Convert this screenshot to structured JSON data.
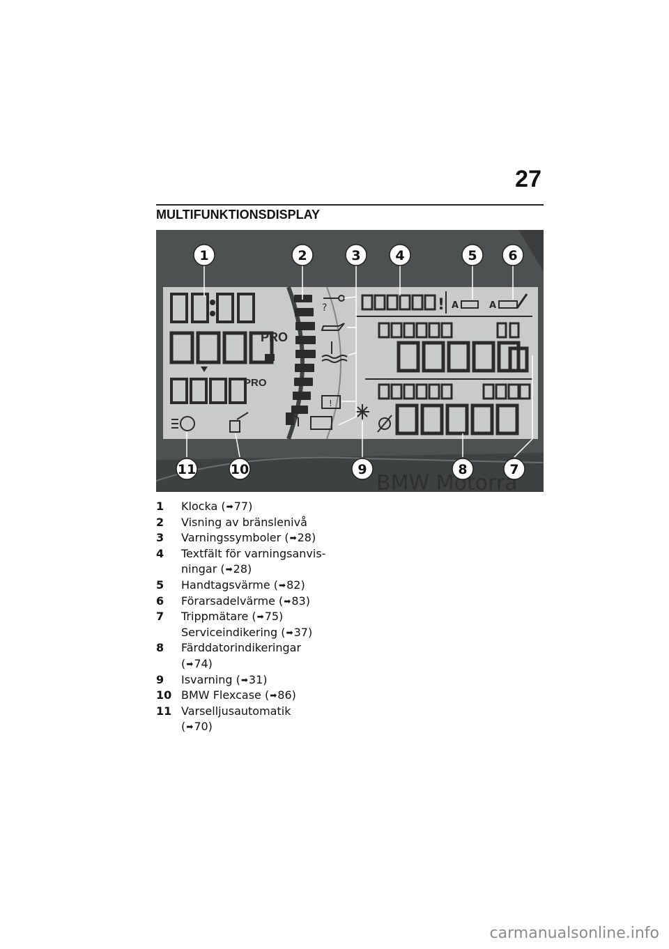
{
  "page_number": "27",
  "section_title": "MULTIFUNKTIONSDISPLAY",
  "figure": {
    "callouts": [
      "1",
      "2",
      "3",
      "4",
      "5",
      "6",
      "7",
      "8",
      "9",
      "10",
      "11"
    ],
    "display_texts": {
      "pro_1": "PRO",
      "pro_2": "PRO",
      "brand": "BMW Motorra"
    },
    "icons": [
      "clock-digits",
      "fuel-gauge-bar",
      "key-icon",
      "oil-can-icon",
      "coolant-temp-icon",
      "engine-warning-icon",
      "battery-icon",
      "fuel-pump-icon",
      "snowflake-icon",
      "daytime-light-auto-icon",
      "flexcase-icon",
      "heated-grip-icon",
      "heated-seat-icon",
      "trip-diameter-icon"
    ]
  },
  "ref_arrow": "➡",
  "legend": [
    {
      "num": "1",
      "lines": [
        {
          "text": "Klocka",
          "ref": "77)"
        }
      ]
    },
    {
      "num": "2",
      "lines": [
        {
          "text": "Visning av bränslenivå"
        }
      ]
    },
    {
      "num": "3",
      "lines": [
        {
          "text": "Varningssymboler",
          "ref": "28)"
        }
      ]
    },
    {
      "num": "4",
      "lines": [
        {
          "text": "Textfält för varningsanvis-"
        },
        {
          "text": "ningar",
          "ref": "28)"
        }
      ]
    },
    {
      "num": "5",
      "lines": [
        {
          "text": "Handtagsvärme",
          "ref": "82)"
        }
      ]
    },
    {
      "num": "6",
      "lines": [
        {
          "text": "Förarsadelvärme",
          "ref": "83)"
        }
      ]
    },
    {
      "num": "7",
      "lines": [
        {
          "text": "Trippmätare",
          "ref": "75)"
        },
        {
          "text": "Serviceindikering",
          "ref": "37)"
        }
      ]
    },
    {
      "num": "8",
      "lines": [
        {
          "text": "Färddatorindikeringar"
        },
        {
          "text": "",
          "ref": "74)"
        }
      ]
    },
    {
      "num": "9",
      "lines": [
        {
          "text": "Isvarning",
          "ref": "31)"
        }
      ]
    },
    {
      "num": "10",
      "lines": [
        {
          "text": "BMW Flexcase",
          "ref": "86)"
        }
      ]
    },
    {
      "num": "11",
      "lines": [
        {
          "text": "Varselljusautomatik"
        },
        {
          "text": "",
          "ref": "70)"
        }
      ]
    }
  ],
  "watermark": "carmanualsonline.info"
}
